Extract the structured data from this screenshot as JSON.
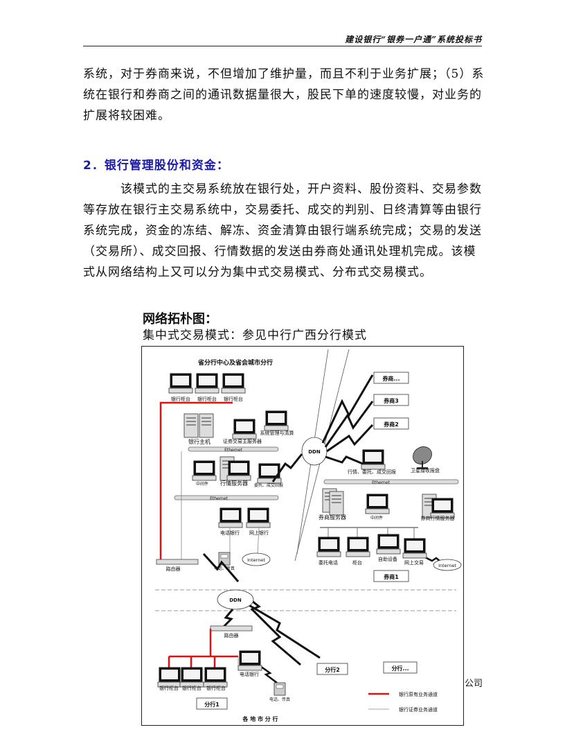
{
  "header": {
    "title": "建设银行“银券一户通”系统投标书"
  },
  "body": {
    "paragraph1": "系统，对于券商来说，不但增加了维护量，而且不利于业务扩展；（5）系统在银行和券商之间的通讯数据量很大，股民下单的速度较慢，对业务的扩展将较困难。",
    "section_heading": "2．银行管理股份和资金：",
    "paragraph2": "该模式的主交易系统放在银行处，开户资料、股份资料、交易参数等存放在银行主交易系统中，交易委托、成交的判别、日终清算等由银行系统完成，资金的冻结、解冻、资金清算由银行端系统完成；交易的发送（交易所）、成交回报、行情数据的发送由券商处通讯处理机完成。该模式从网络结构上又可以分为集中式交易模式、分布式交易模式。",
    "topology_title": "网络拓朴图：",
    "topology_subtitle": "集中式交易模式：参见中行广西分行模式",
    "side_text": "公司"
  },
  "diagram": {
    "province_title": "省分行中心及省会城市分行",
    "teller_labels": [
      "银行柜台",
      "银行柜台",
      "银行柜台"
    ],
    "bank_host": "银行主机",
    "securities_server": "证券交易主服务器",
    "clearing": "系统管理与清算",
    "ethernet": "Ethernet",
    "front_end": "中间件",
    "quote_server": "行情服务器",
    "commission": "委托、成交回报",
    "phone_bank": "电话银行",
    "online_bank": "网上银行",
    "internet": "Internet",
    "phone_fax": "电话、传真",
    "router": "路由器",
    "ddn": "DDN",
    "broker_dots": "券商...",
    "broker3": "券商3",
    "broker2": "券商2",
    "broker_quote": "行情、委托、成交回报",
    "satellite": "卫星接收报盘",
    "broker_server": "券商服务器",
    "broker_front": "中间件",
    "broker_quote_server": "券商行情服务器",
    "commission_phone": "委托电话",
    "counter": "柜台",
    "self_service": "自助设备",
    "online_trade": "网上交易",
    "broker1": "券商1",
    "branch2": "分行2",
    "branch_dots": "分行...",
    "branch1": "分行1",
    "legend_red": "银行原有业务通道",
    "legend_gray": "银行证券业务通道",
    "region": "各 地 市 分 行",
    "colors": {
      "red_line": "#e01010",
      "gray_line": "#888888"
    }
  }
}
